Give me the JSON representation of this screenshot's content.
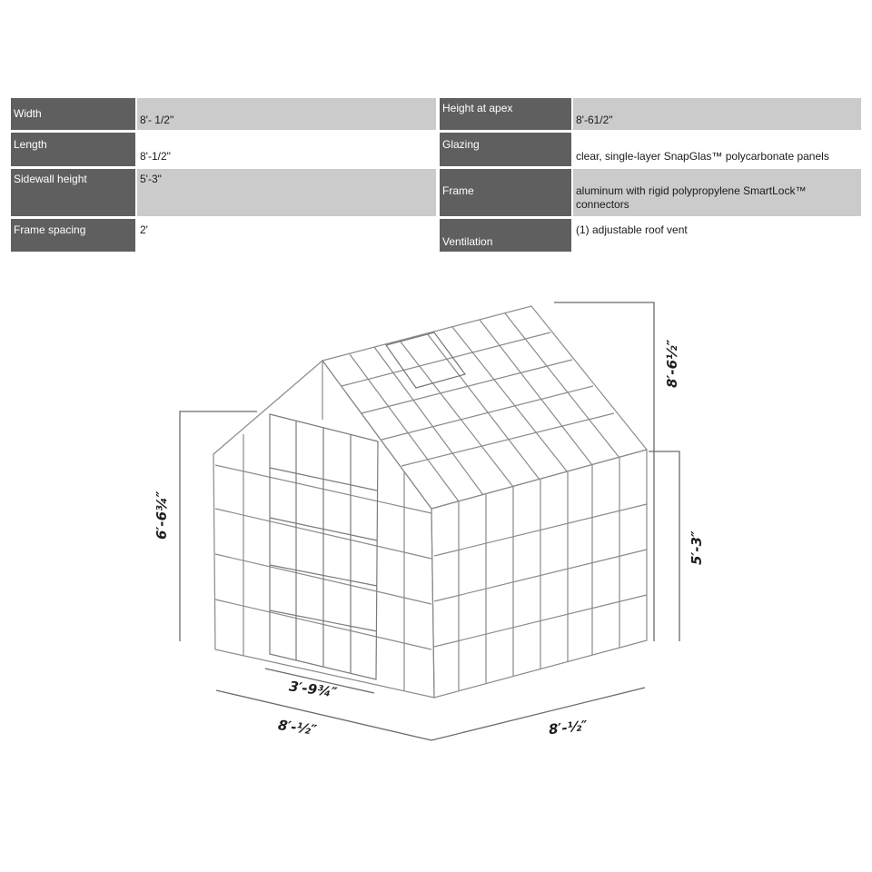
{
  "specs": {
    "left": [
      {
        "label": "Width",
        "value": "8'- 1/2\""
      },
      {
        "label": "Length",
        "value": "8'-1/2\""
      },
      {
        "label": "Sidewall height",
        "value": "5'-3\""
      },
      {
        "label": "Frame spacing",
        "value": "2'"
      }
    ],
    "right": [
      {
        "label": "Height at apex",
        "value": "8'-61/2\""
      },
      {
        "label": "Glazing",
        "value": "clear, single-layer SnapGlas™ polycarbonate panels"
      },
      {
        "label": "Frame",
        "value": "aluminum with rigid polypropylene SmartLock™ connectors"
      },
      {
        "label": "Ventilation",
        "value": "(1) adjustable roof vent"
      }
    ]
  },
  "drawing": {
    "dimensions": {
      "gable_side_height": "6′-6¾″",
      "apex_height": "8′-6½″",
      "sidewall_height": "5′-3″",
      "door_width": "3′-9¾″",
      "front_width": "8′-½″",
      "side_length": "8′-½″"
    }
  },
  "colors": {
    "label_bg": "#5f5f5f",
    "value_shade": "#cbcbcb",
    "line": "#8a8a8a"
  }
}
